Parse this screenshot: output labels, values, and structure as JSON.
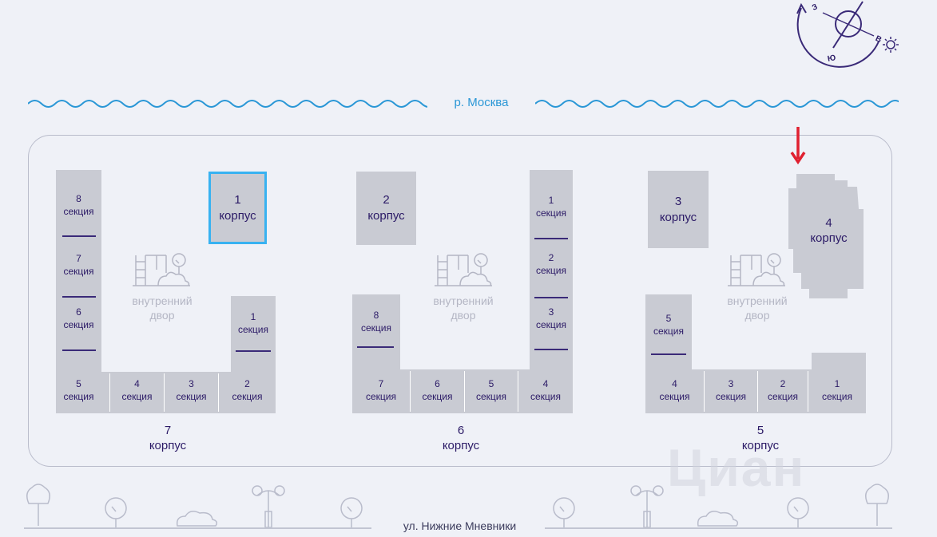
{
  "river": {
    "label": "р. Москва"
  },
  "street": {
    "label": "ул. Нижние Мневники"
  },
  "compass": {
    "west": "З",
    "east": "В",
    "south": "Ю"
  },
  "colors": {
    "ink": "#2b1a66",
    "river": "#2a97d6",
    "selected": "#38b2f1",
    "arrow": "#e02030",
    "building": "#c9cbd3"
  },
  "yard": {
    "line1": "внутренний",
    "line2": "двор"
  },
  "towers": {
    "k1": {
      "num": "1",
      "word": "корпус",
      "selected": true
    },
    "k2": {
      "num": "2",
      "word": "корпус"
    },
    "k3": {
      "num": "3",
      "word": "корпус"
    },
    "k4": {
      "num": "4",
      "word": "корпус"
    }
  },
  "k7": {
    "label": {
      "num": "7",
      "word": "корпус"
    },
    "sections": [
      {
        "num": "8",
        "word": "секция"
      },
      {
        "num": "7",
        "word": "секция"
      },
      {
        "num": "6",
        "word": "секция"
      },
      {
        "num": "5",
        "word": "секция"
      },
      {
        "num": "4",
        "word": "секция"
      },
      {
        "num": "3",
        "word": "секция"
      },
      {
        "num": "2",
        "word": "секция"
      },
      {
        "num": "1",
        "word": "секция"
      }
    ]
  },
  "k6": {
    "label": {
      "num": "6",
      "word": "корпус"
    },
    "sections": [
      {
        "num": "1",
        "word": "секция"
      },
      {
        "num": "2",
        "word": "секция"
      },
      {
        "num": "3",
        "word": "секция"
      },
      {
        "num": "4",
        "word": "секция"
      },
      {
        "num": "5",
        "word": "секция"
      },
      {
        "num": "6",
        "word": "секция"
      },
      {
        "num": "7",
        "word": "секция"
      },
      {
        "num": "8",
        "word": "секция"
      }
    ]
  },
  "k5": {
    "label": {
      "num": "5",
      "word": "корпус"
    },
    "sections": [
      {
        "num": "1",
        "word": "секция"
      },
      {
        "num": "2",
        "word": "секция"
      },
      {
        "num": "3",
        "word": "секция"
      },
      {
        "num": "4",
        "word": "секция"
      },
      {
        "num": "5",
        "word": "секция"
      }
    ]
  },
  "watermark": "Циан"
}
